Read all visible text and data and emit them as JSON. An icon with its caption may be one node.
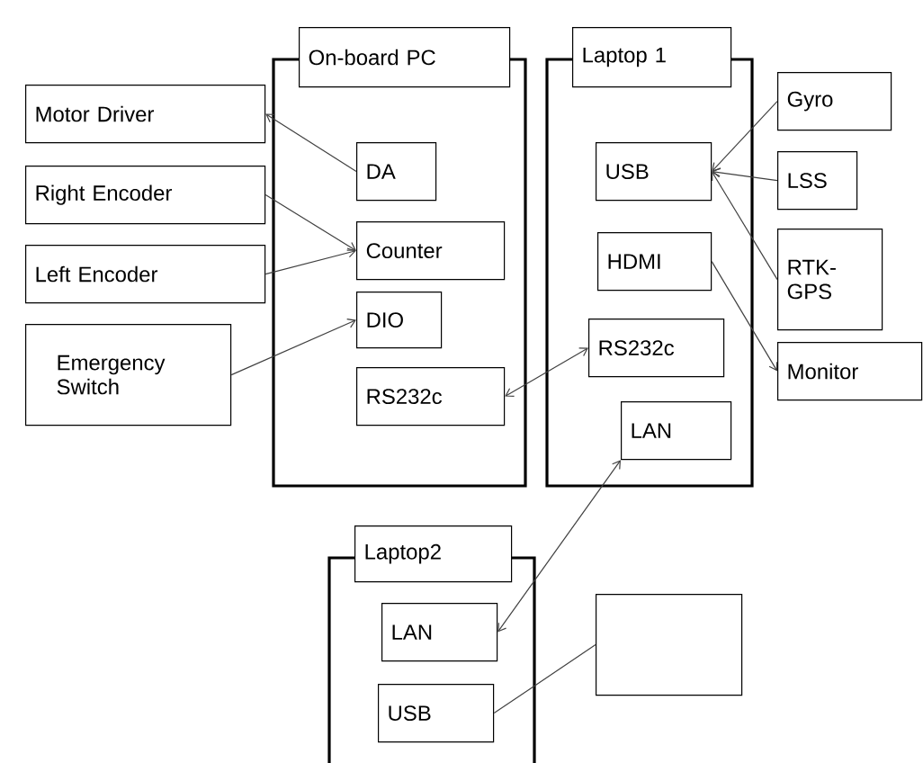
{
  "diagram": {
    "nodes": [
      {
        "text": [
          "On-board PC"
        ]
      },
      {
        "text": [
          "DA"
        ],
        "in": 0
      },
      {
        "text": [
          "Counter"
        ],
        "in": 0
      },
      {
        "text": [
          "DIO"
        ],
        "in": 0
      },
      {
        "text": [
          "RS232c"
        ],
        "in": 0
      },
      {
        "text": [
          "Laptop 1"
        ]
      },
      {
        "text": [
          "USB"
        ],
        "in": 5
      },
      {
        "text": [
          "HDMI"
        ],
        "in": 5
      },
      {
        "text": [
          "RS232c"
        ],
        "in": 5
      },
      {
        "text": [
          "LAN"
        ],
        "in": 5
      },
      {
        "text": [
          "Laptop2"
        ]
      },
      {
        "text": [
          "LAN"
        ],
        "in": 10
      },
      {
        "text": [
          "USB"
        ],
        "in": 10
      },
      {
        "text": [
          "Motor Driver"
        ]
      },
      {
        "text": [
          "Right Encoder"
        ]
      },
      {
        "text": [
          "Left Encoder"
        ]
      },
      {
        "text": [
          "Emergency Switch"
        ]
      },
      {
        "text": [
          "Gyro"
        ]
      },
      {
        "text": [
          "LSS"
        ]
      },
      {
        "text": [
          "RTK-GPS"
        ]
      },
      {
        "text": [
          "Monitor"
        ]
      },
      {
        "text": [],
        "shape": "box"
      }
    ],
    "edges": [
      {
        "from": 1,
        "to": 13,
        "arrow": "to"
      },
      {
        "from": 14,
        "to": 2,
        "arrow": "to"
      },
      {
        "from": 15,
        "to": 2,
        "arrow": "to"
      },
      {
        "from": 16,
        "to": 3,
        "arrow": "to"
      },
      {
        "from": 4,
        "to": 8,
        "arrow": "both"
      },
      {
        "from": 9,
        "to": 11,
        "arrow": "both"
      },
      {
        "from": 17,
        "to": 6,
        "arrow": "to"
      },
      {
        "from": 18,
        "to": 6,
        "arrow": "to"
      },
      {
        "from": 19,
        "to": 6,
        "arrow": "to"
      },
      {
        "from": 7,
        "to": 20,
        "arrow": "to"
      },
      {
        "from": 12,
        "to": 21,
        "arrow": "none"
      }
    ]
  }
}
